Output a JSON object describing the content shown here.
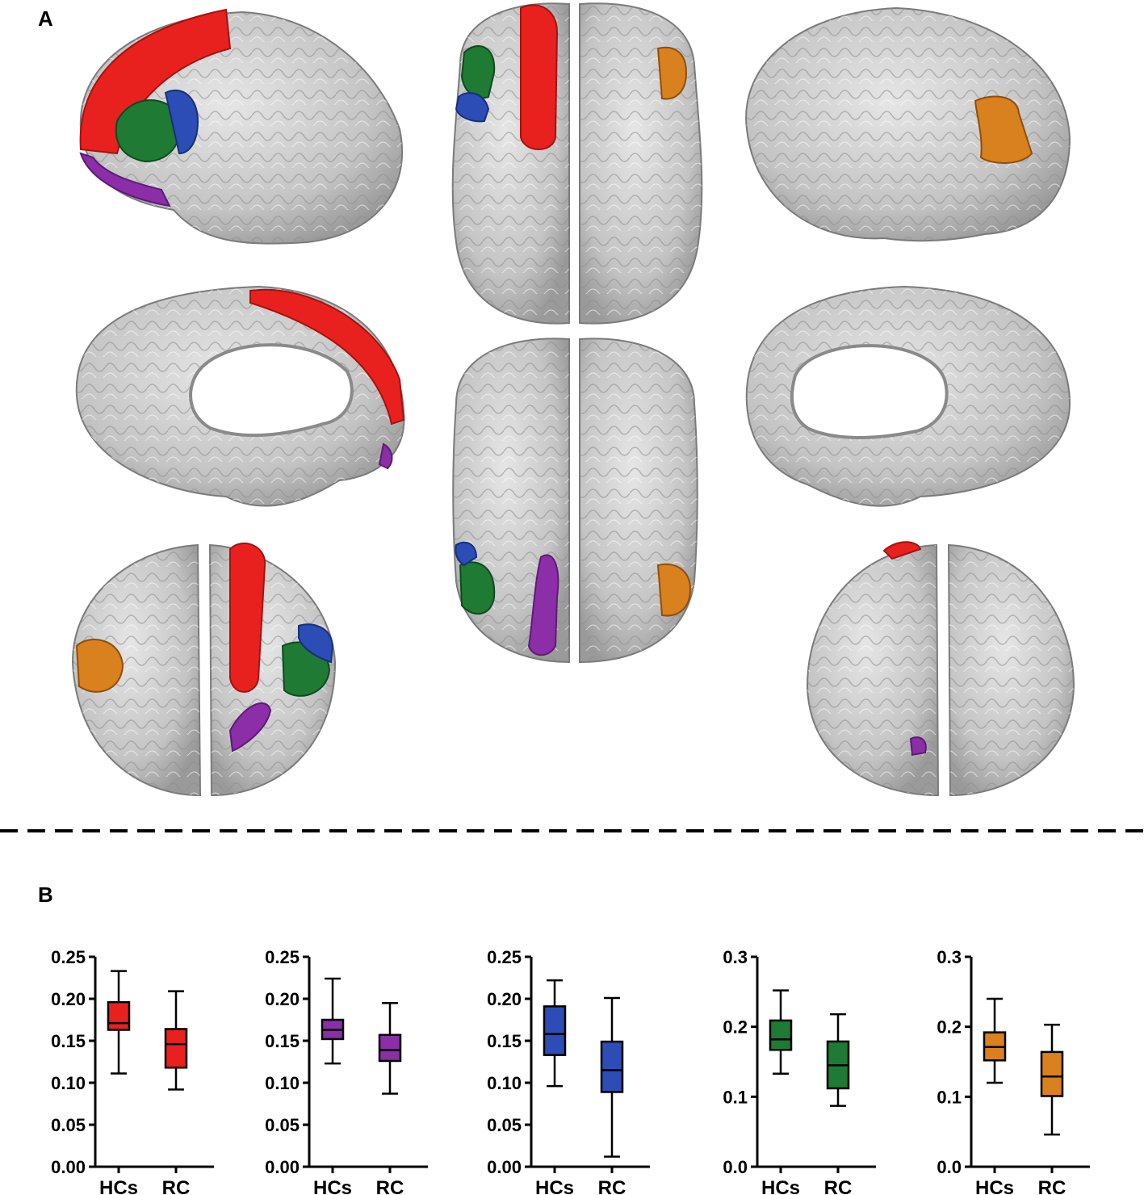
{
  "panels": {
    "a": "A",
    "b": "B"
  },
  "colors": {
    "red": "#e8211f",
    "purple": "#8b2ea8",
    "blue": "#2b4db5",
    "green": "#1f7a34",
    "orange": "#d9801f",
    "brain": "#c9c9c9"
  },
  "chart_data": [
    {
      "type": "box",
      "title": "SFGdor.L",
      "color": "#e8211f",
      "categories": [
        "HCs",
        "RC"
      ],
      "ylim": [
        0,
        0.25
      ],
      "yticks": [
        "0.00",
        "0.05",
        "0.10",
        "0.15",
        "0.20",
        "0.25"
      ],
      "boxes": [
        {
          "min": 0.111,
          "q1": 0.163,
          "median": 0.171,
          "q3": 0.196,
          "max": 0.233
        },
        {
          "min": 0.092,
          "q1": 0.118,
          "median": 0.146,
          "q3": 0.164,
          "max": 0.209
        }
      ]
    },
    {
      "type": "box",
      "title": "ORBsup.L",
      "color": "#8b2ea8",
      "categories": [
        "HCs",
        "RC"
      ],
      "ylim": [
        0,
        0.25
      ],
      "yticks": [
        "0.00",
        "0.05",
        "0.10",
        "0.15",
        "0.20",
        "0.25"
      ],
      "boxes": [
        {
          "min": 0.123,
          "q1": 0.152,
          "median": 0.163,
          "q3": 0.175,
          "max": 0.224
        },
        {
          "min": 0.087,
          "q1": 0.126,
          "median": 0.139,
          "q3": 0.157,
          "max": 0.195
        }
      ]
    },
    {
      "type": "box",
      "title": "IFGoperc.L",
      "color": "#2b4db5",
      "categories": [
        "HCs",
        "RC"
      ],
      "ylim": [
        0,
        0.25
      ],
      "yticks": [
        "0.00",
        "0.05",
        "0.10",
        "0.15",
        "0.20",
        "0.25"
      ],
      "boxes": [
        {
          "min": 0.096,
          "q1": 0.133,
          "median": 0.158,
          "q3": 0.191,
          "max": 0.222
        },
        {
          "min": 0.012,
          "q1": 0.089,
          "median": 0.115,
          "q3": 0.149,
          "max": 0.201
        }
      ]
    },
    {
      "type": "box",
      "title": "IFGtriang.L",
      "color": "#1f7a34",
      "categories": [
        "HCs",
        "RC"
      ],
      "ylim": [
        0,
        0.3
      ],
      "yticks": [
        "0.0",
        "0.1",
        "0.2",
        "0.3"
      ],
      "boxes": [
        {
          "min": 0.133,
          "q1": 0.167,
          "median": 0.182,
          "q3": 0.209,
          "max": 0.252
        },
        {
          "min": 0.087,
          "q1": 0.112,
          "median": 0.145,
          "q3": 0.179,
          "max": 0.218
        }
      ]
    },
    {
      "type": "box",
      "title": "IFGtriang.R",
      "color": "#d9801f",
      "categories": [
        "HCs",
        "RC"
      ],
      "ylim": [
        0,
        0.3
      ],
      "yticks": [
        "0.0",
        "0.1",
        "0.2",
        "0.3"
      ],
      "boxes": [
        {
          "min": 0.12,
          "q1": 0.152,
          "median": 0.171,
          "q3": 0.192,
          "max": 0.24
        },
        {
          "min": 0.046,
          "q1": 0.101,
          "median": 0.129,
          "q3": 0.164,
          "max": 0.203
        }
      ]
    }
  ]
}
